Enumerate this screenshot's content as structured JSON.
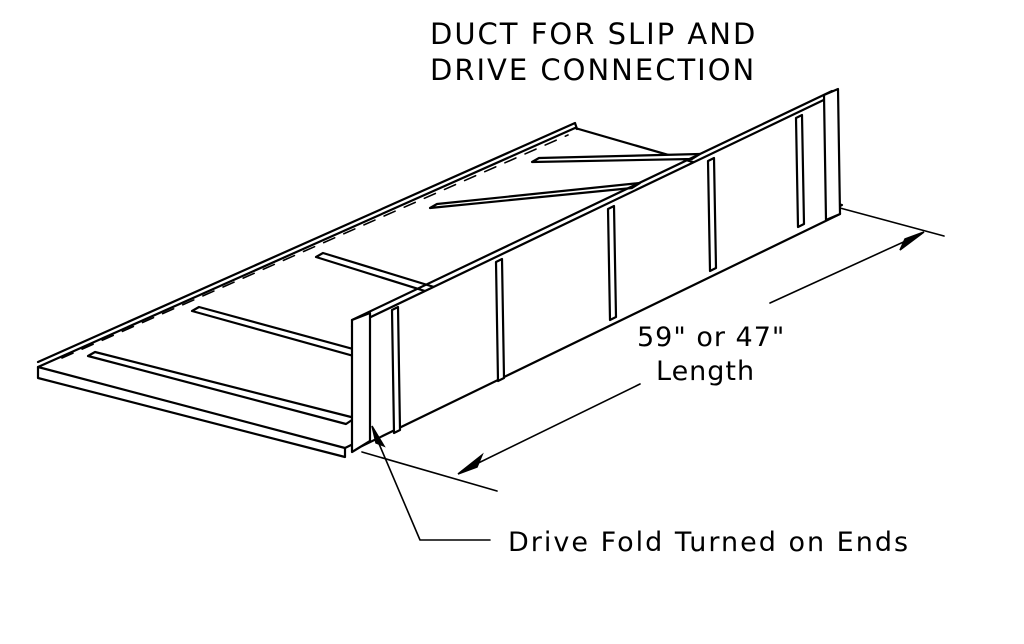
{
  "title": {
    "line1": "DUCT FOR SLIP AND",
    "line2": "DRIVE CONNECTION"
  },
  "dimension": {
    "value": "59\" or 47\"",
    "label": "Length"
  },
  "callout": {
    "text": "Drive Fold Turned on Ends"
  }
}
